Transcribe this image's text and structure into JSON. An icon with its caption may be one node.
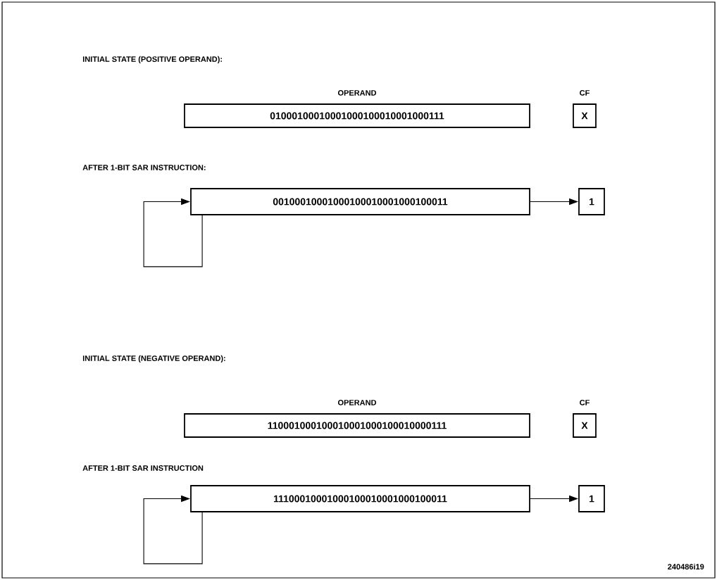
{
  "diagram": {
    "nodes": [
      {
        "text": [
          "OPERAND",
          "01000100010001000100010001000111"
        ]
      },
      {
        "text": [
          "CF",
          "X"
        ]
      },
      {
        "text": [
          "00100010001000100010001000100011"
        ]
      },
      {
        "text": [
          "1"
        ]
      },
      {
        "text": [
          "OPERAND",
          "110001000100010001000100010000111"
        ]
      },
      {
        "text": [
          "CF",
          "X"
        ]
      },
      {
        "text": [
          "11100010001000100010001000100011"
        ]
      },
      {
        "text": [
          "1"
        ]
      }
    ],
    "edges": [
      {
        "from": 2,
        "to": 2,
        "arrow": "to"
      },
      {
        "from": 2,
        "to": 3,
        "arrow": "to"
      },
      {
        "from": 6,
        "to": 6,
        "arrow": "to"
      },
      {
        "from": 6,
        "to": 7,
        "arrow": "to"
      }
    ],
    "labels": [
      "INITIAL STATE (POSITIVE OPERAND):",
      "AFTER 1-BIT SAR INSTRUCTION:",
      "INITIAL STATE (NEGATIVE OPERAND):",
      "AFTER 1-BIT SAR INSTRUCTION",
      "240486i19"
    ]
  }
}
